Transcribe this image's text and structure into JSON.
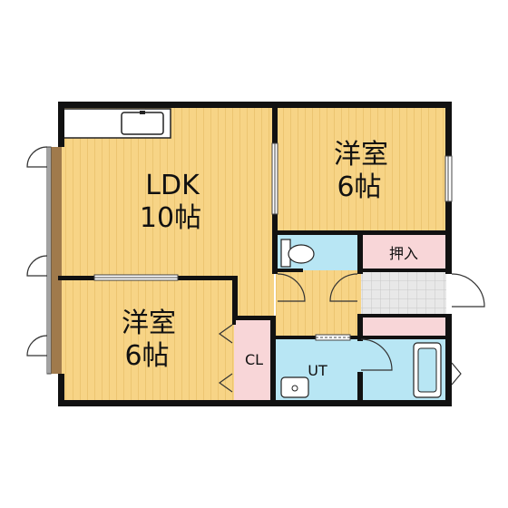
{
  "rooms": {
    "ldk": {
      "name": "LDK",
      "size": "10帖"
    },
    "western_upper": {
      "name": "洋室",
      "size": "6帖"
    },
    "western_lower": {
      "name": "洋室",
      "size": "6帖"
    },
    "closet": {
      "name": "CL"
    },
    "utility": {
      "name": "UT"
    },
    "oshiire": {
      "name": "押入"
    }
  },
  "colors": {
    "wood_floor": "#f7d486",
    "wood_stripe": "#e2b65c",
    "wet_area": "#b8e6f4",
    "storage": "#f8d6d8",
    "entrance_tile": "#e6e6e6",
    "wall": "#111111",
    "balcony_rail": "#a07a4c"
  }
}
